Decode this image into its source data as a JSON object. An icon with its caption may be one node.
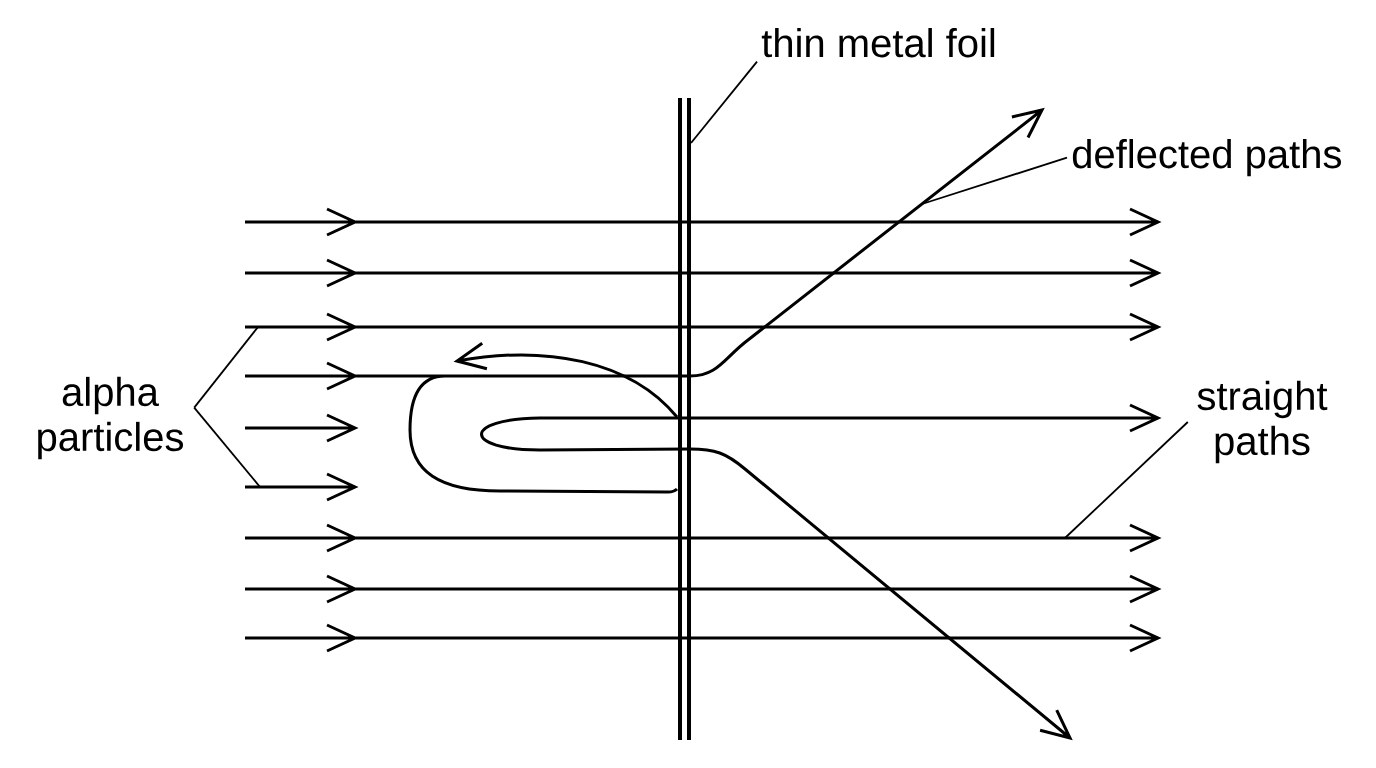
{
  "diagram": {
    "nodes": [
      {
        "text": [
          "thin metal foil"
        ]
      },
      {
        "text": [
          "deflected paths"
        ]
      },
      {
        "text": [
          "alpha particles"
        ]
      },
      {
        "text": [
          "straight paths"
        ]
      },
      {
        "text": [],
        "shape": "bar"
      },
      {
        "text": [],
        "shape": "arrow"
      },
      {
        "text": [],
        "shape": "arrow"
      },
      {
        "text": [],
        "shape": "arrow"
      },
      {
        "text": [],
        "shape": "arrow"
      }
    ],
    "edges": [
      {
        "from": 0,
        "to": 4,
        "arrow": "none"
      },
      {
        "from": 1,
        "to": 5,
        "arrow": "none"
      },
      {
        "from": 2,
        "to": 6,
        "arrow": "none"
      },
      {
        "from": 2,
        "to": 7,
        "arrow": "none"
      },
      {
        "from": 3,
        "to": 8,
        "arrow": "none"
      }
    ]
  }
}
